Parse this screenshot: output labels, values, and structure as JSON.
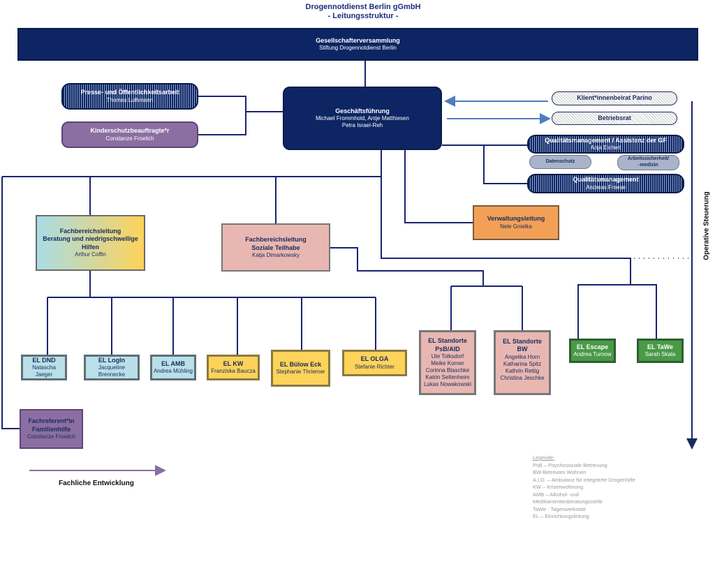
{
  "title": {
    "line1": "Drogennotdienst Berlin gGmbH",
    "line2": "- Leitungsstruktur -"
  },
  "top": {
    "title": "Gesellschafterversammlung",
    "sub": "Stiftung Drogennotdienst Berlin"
  },
  "gf": {
    "title": "Geschäftsführung",
    "line1": "Michael Frommhold, Antje Matthiesen",
    "line2": "Petra Israel-Reh"
  },
  "presse": {
    "title": "Presse- und Öffentlichkeitsarbeit",
    "name": "Thomas Luthmann"
  },
  "kinderschutz": {
    "title": "Kinderschutzbeauftragte*r",
    "name": "Constanze Froelich"
  },
  "klientbeirat": "Klient*innenbeirat Parino",
  "betriebsrat": "Betriebsrat",
  "qm_assistenz": {
    "title": "Qualitätsmanagement / Assistenz der GF",
    "name": "Anja Eichert"
  },
  "datenschutz": "Datenschutz",
  "arbeitssicherheit": {
    "line1": "Arbeitssicherheit/",
    "line2": "-medizin"
  },
  "qm": {
    "title": "Qualitätsmanagement",
    "name": "Andreas Freese"
  },
  "verwaltung": {
    "title": "Verwaltungsleitung",
    "name": "Nele Gnielka"
  },
  "fbl1": {
    "line1": "Fachbereichsleitung",
    "line2": "Beratung und niedrigschwellige",
    "line3": "Hilfen",
    "name": "Arthur Coffin"
  },
  "fbl2": {
    "line1": "Fachbereichsleitung",
    "line2": "Soziale Teilhabe",
    "name": "Katja Dimarkowsky"
  },
  "units": [
    {
      "title": "EL DND",
      "name": "Natascha Jaeger"
    },
    {
      "title": "EL LogIn",
      "name": "Jacqueline Brennecke"
    },
    {
      "title": "EL AMB",
      "name": "Andrea Mühling"
    },
    {
      "title": "EL KW",
      "name": "Franziska Baucza"
    },
    {
      "title": "EL Bülow Eck",
      "name": "Stephanie Thriemer"
    },
    {
      "title": "EL OLGA",
      "name": "Stefanie Richter"
    }
  ],
  "psb": {
    "line1": "EL Standorte",
    "line2": "PsB/AID",
    "names": [
      "Ute Tolksdorf",
      "Meike Korner",
      "Corinna Blaschke",
      "Katrin Seltenheim",
      "Lukas Nowakowski"
    ]
  },
  "bw": {
    "line1": "EL Standorte",
    "line2": "BW",
    "names": [
      "Angelika Horn",
      "Katharina Spitz",
      "Kathrin Rettig",
      "Christina Jeschke"
    ]
  },
  "escape": {
    "title": "EL Escape",
    "name": "Andrea Turnow"
  },
  "tawe": {
    "title": "EL TaWe",
    "name": "Sarah Skala"
  },
  "fachreferent": {
    "line1": "Fachreferent*in",
    "line2": "Familienhilfe",
    "name": "Constanze Froelich"
  },
  "operative": "Operative Steuerung",
  "fachliche": "Fachliche Entwicklung",
  "legend": {
    "title": "Legende:",
    "items": [
      "PsB – Psychosoziale Betreuung",
      "BW-Betreutes Wohnen",
      "A.I.D. – Ambulanz für integrierte Drogenhilfe",
      "KW – Krisenwohnung",
      "AMB – Alkohol- und",
      "Medikamentenberatungsstelle",
      "TaWe - Tageswerkstatt",
      "EL – Einrichtungsleitung"
    ]
  },
  "colors": {
    "navy": "#0d2563",
    "purple": "#8b6ea2",
    "light_blue": "#b9dfe8",
    "yellow": "#fdd35a",
    "pink": "#e8b7b2",
    "green": "#4a9a48",
    "orange": "#f3a057"
  }
}
